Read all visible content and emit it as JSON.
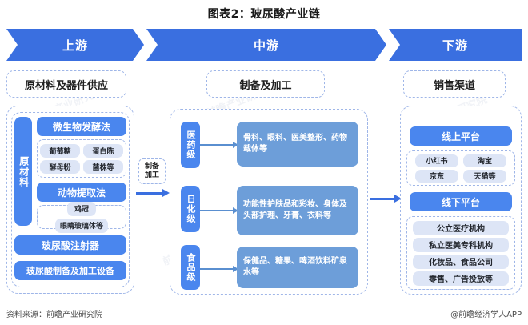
{
  "title": "图表2：玻尿酸产业链",
  "banner": {
    "stages": [
      {
        "key": "upstream",
        "label": "上游"
      },
      {
        "key": "midstream",
        "label": "中游"
      },
      {
        "key": "downstream",
        "label": "下游"
      }
    ]
  },
  "section_headers": {
    "upstream": "原材料及器件供应",
    "midstream": "制备及加工",
    "downstream": "销售渠道"
  },
  "upstream": {
    "vertical_label": "原材料",
    "fermentation": {
      "label": "微生物发酵法",
      "items": [
        "葡萄糖",
        "蛋白陈",
        "酵母粉",
        "菌株等"
      ]
    },
    "animal_extraction": {
      "label": "动物提取法",
      "items": [
        "鸡冠",
        "眼睛玻璃体等"
      ]
    },
    "devices": [
      "玻尿酸注射器",
      "玻尿酸制备及加工设备"
    ]
  },
  "connectors": {
    "upstream_to_midstream": "制备\n加工",
    "upstream_to_midstream_line1": "制备",
    "upstream_to_midstream_line2": "加工"
  },
  "midstream": {
    "rows": [
      {
        "grade": "医药级",
        "applications": "骨科、眼科、医美整形、药物载体等"
      },
      {
        "grade": "日化级",
        "applications": "功能性护肤品和彩妆、身体及头部护理、牙膏、衣料等"
      },
      {
        "grade": "食品级",
        "applications": "保健品、糖果、啤酒饮料矿泉水等"
      }
    ]
  },
  "downstream": {
    "online": {
      "label": "线上平台",
      "items": [
        "小红书",
        "淘宝",
        "京东",
        "天猫等"
      ]
    },
    "offline": {
      "label": "线下平台",
      "items": [
        "公立医疗机构",
        "私立医美专科机构",
        "化妆品、食品公司",
        "零售、广告投放等"
      ]
    }
  },
  "footer": {
    "source": "资料来源：前瞻产业研究院",
    "credit": "@前瞻经济学人APP"
  },
  "watermarks": [
    "前瞻产业研究院",
    "前瞻产业研究院",
    "前瞻产业研究院",
    "前瞻产业研究院"
  ],
  "colors": {
    "banner_blue": "#3a6fe0",
    "primary_blue": "#4a86ee",
    "muted_blue": "#6d9ed9",
    "chip_bg": "#dde5f6",
    "dashed_border": "#9fb6e8"
  }
}
